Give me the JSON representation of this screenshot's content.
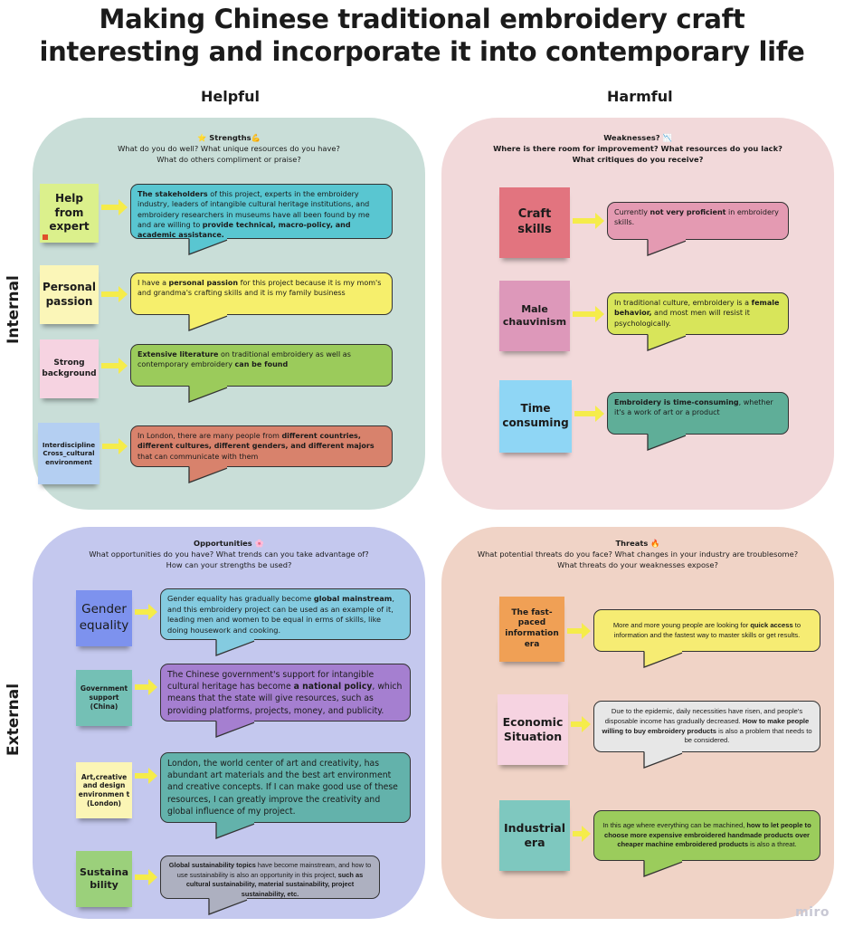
{
  "title": [
    "Making Chinese traditional embroidery craft",
    "interesting and incorporate it into contemporary life"
  ],
  "columns": {
    "helpful": "Helpful",
    "harmful": "Harmful"
  },
  "rows": {
    "internal": "Internal",
    "external": "External"
  },
  "watermark": "miro",
  "colors": {
    "strengths_bg": "#c9ded8",
    "weaknesses_bg": "#f2d9da",
    "opportunities_bg": "#c4c8ee",
    "threats_bg": "#f0d3c6",
    "arrow": "#f5ec4a"
  },
  "quadrants": [
    {
      "id": "strengths",
      "title": "⭐ Strengths💪",
      "questions": [
        "What do you do well? What unique resources do you have?",
        "What do others compliment or praise?"
      ],
      "items": [
        {
          "label": "Help from expert",
          "color": "#dbf08c",
          "bubble_color": "#59c6d1",
          "text": [
            {
              "t": "The stakeholders",
              "b": true
            },
            {
              "t": " of this project, experts in the embroidery industry, leaders of intangible cultural heritage institutions, and embroidery researchers in museums have all been found by me and are willing to ",
              "b": false
            },
            {
              "t": "provide technical, macro-policy, and academic assistance.",
              "b": true
            }
          ]
        },
        {
          "label": "Personal passion",
          "color": "#fbf6b8",
          "bubble_color": "#f6ef6c",
          "text": [
            {
              "t": "I have a ",
              "b": false
            },
            {
              "t": "personal passion",
              "b": true
            },
            {
              "t": " for this project because it is my mom's and grandma's crafting skills and it is my family business",
              "b": false
            }
          ]
        },
        {
          "label": "Strong background",
          "color": "#f6d3e1",
          "bubble_color": "#9bcb5b",
          "text": [
            {
              "t": "Extensive literature",
              "b": true
            },
            {
              "t": " on traditional embroidery as well as contemporary embroidery ",
              "b": false
            },
            {
              "t": "can be found",
              "b": true
            }
          ]
        },
        {
          "label": "Interdiscipline Cross_cultural environment",
          "color": "#b4cff2",
          "bubble_color": "#d8826c",
          "text": [
            {
              "t": "In London, there are many people from ",
              "b": false
            },
            {
              "t": "different countries, different cultures, different genders, and different majors",
              "b": true
            },
            {
              "t": " that can communicate with them",
              "b": false
            }
          ]
        }
      ]
    },
    {
      "id": "weaknesses",
      "title": "Weaknesses? 📉",
      "questions": [
        "Where is there room for improvement? What resources do you lack?",
        "What critiques do you receive?"
      ],
      "items": [
        {
          "label": "Craft skills",
          "color": "#e2747f",
          "bubble_color": "#e49ab2",
          "text": [
            {
              "t": "Currently ",
              "b": false
            },
            {
              "t": "not very proficient",
              "b": true
            },
            {
              "t": " in embroidery skills.",
              "b": false
            }
          ]
        },
        {
          "label": "Male chauvinism",
          "color": "#dd98ba",
          "bubble_color": "#d8e55a",
          "text": [
            {
              "t": "In traditional culture, embroidery is a ",
              "b": false
            },
            {
              "t": "female behavior,",
              "b": true
            },
            {
              "t": " and most men will resist it psychologically.",
              "b": false
            }
          ]
        },
        {
          "label": "Time consuming",
          "color": "#8fd6f5",
          "bubble_color": "#5fae98",
          "text": [
            {
              "t": "Embroidery is time-consuming",
              "b": true
            },
            {
              "t": ", whether it's a work of art or a product",
              "b": false
            }
          ]
        }
      ]
    },
    {
      "id": "opportunities",
      "title": "Opportunities 🌸",
      "questions": [
        "What opportunities do you have? What trends can you take advantage of?",
        "How can your strengths be used?"
      ],
      "items": [
        {
          "label": "Gender equality",
          "color": "#7d92ee",
          "bubble_color": "#84cbe0",
          "text": [
            {
              "t": "Gender equality has gradually become ",
              "b": false
            },
            {
              "t": "global mainstream",
              "b": true
            },
            {
              "t": ", and this embroidery project can be used as an example of it, leading men and women to be equal in erms of skills, like doing housework and cooking.",
              "b": false
            }
          ]
        },
        {
          "label": "Government support (China)",
          "color": "#74c0b5",
          "bubble_color": "#a57fd0",
          "text": [
            {
              "t": "The Chinese government's support for intangible cultural heritage has become ",
              "b": false
            },
            {
              "t": "a national policy",
              "b": true
            },
            {
              "t": ", which means that the state will give resources, such as providing platforms, projects, money, and publicity.",
              "b": false
            }
          ]
        },
        {
          "label": "Art,creative and design environmen t (London)",
          "color": "#fbf5b5",
          "bubble_color": "#63b2ab",
          "text": [
            {
              "t": "London, the world center of art and creativity, has abundant art materials and the best art environment and creative concepts. If I can make good use of these resources, I can greatly improve the creativity and global influence of my project.",
              "b": false
            }
          ]
        },
        {
          "label": "Sustaina bility",
          "color": "#9bd07b",
          "bubble_color": "#adb0c0",
          "text": [
            {
              "t": "Global sustainability topics",
              "b": true
            },
            {
              "t": " have become mainstream, and how to use sustainability is also an opportunity in this project, ",
              "b": false
            },
            {
              "t": "such as cultural sustainability, material sustainability, project sustainability, etc.",
              "b": true
            }
          ]
        }
      ]
    },
    {
      "id": "threats",
      "title": "Threats 🔥",
      "questions": [
        "What potential threats do you face? What changes in your industry are troublesome?",
        "What threats do your weaknesses expose?"
      ],
      "items": [
        {
          "label": "The fast-paced information era",
          "color": "#f0a055",
          "bubble_color": "#f6ec73",
          "text": [
            {
              "t": "More and more young people are looking for ",
              "b": false
            },
            {
              "t": "quick access",
              "b": true
            },
            {
              "t": " to information and the fastest way to master skills or get results.",
              "b": false
            }
          ]
        },
        {
          "label": "Economic Situation",
          "color": "#f6d3e1",
          "bubble_color": "#e7e7e7",
          "text": [
            {
              "t": "Due to the epidemic, daily necessities have risen, and people's disposable income has gradually decreased. ",
              "b": false
            },
            {
              "t": "How to make people willing to buy embroidery products",
              "b": true
            },
            {
              "t": " is also a problem that needs to be considered.",
              "b": false
            }
          ]
        },
        {
          "label": "Industrial era",
          "color": "#7ec8bf",
          "bubble_color": "#9bcc5c",
          "text": [
            {
              "t": "In this age where everything can be machined, ",
              "b": false
            },
            {
              "t": "how to let people to choose more expensive embroidered handmade products over cheaper machine embroidered products",
              "b": true
            },
            {
              "t": " is also a threat.",
              "b": false
            }
          ]
        }
      ]
    }
  ]
}
